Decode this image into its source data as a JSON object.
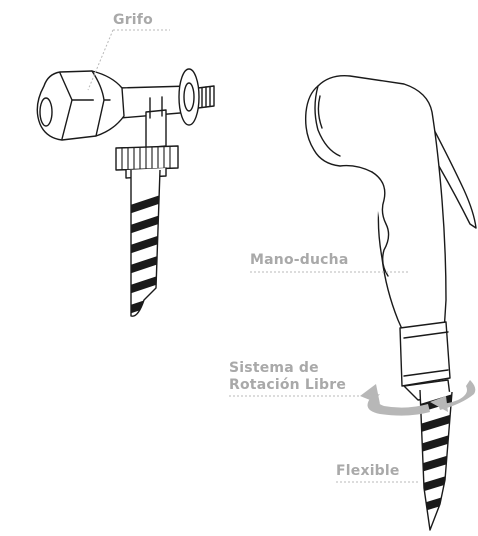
{
  "labels": {
    "grifo": "Grifo",
    "mano_ducha": "Mano-ducha",
    "sistema_line1": "Sistema de",
    "sistema_line2": "Rotación Libre",
    "flexible": "Flexible"
  },
  "colors": {
    "outline": "#1a1a1a",
    "label": "#a9a9a9",
    "leader": "#b8b8b8",
    "arrow": "#b7b7b7",
    "stripe": "#1a1a1a"
  },
  "icons": [
    "faucet-valve",
    "hand-shower",
    "rotation-arrows",
    "striped-hose"
  ]
}
